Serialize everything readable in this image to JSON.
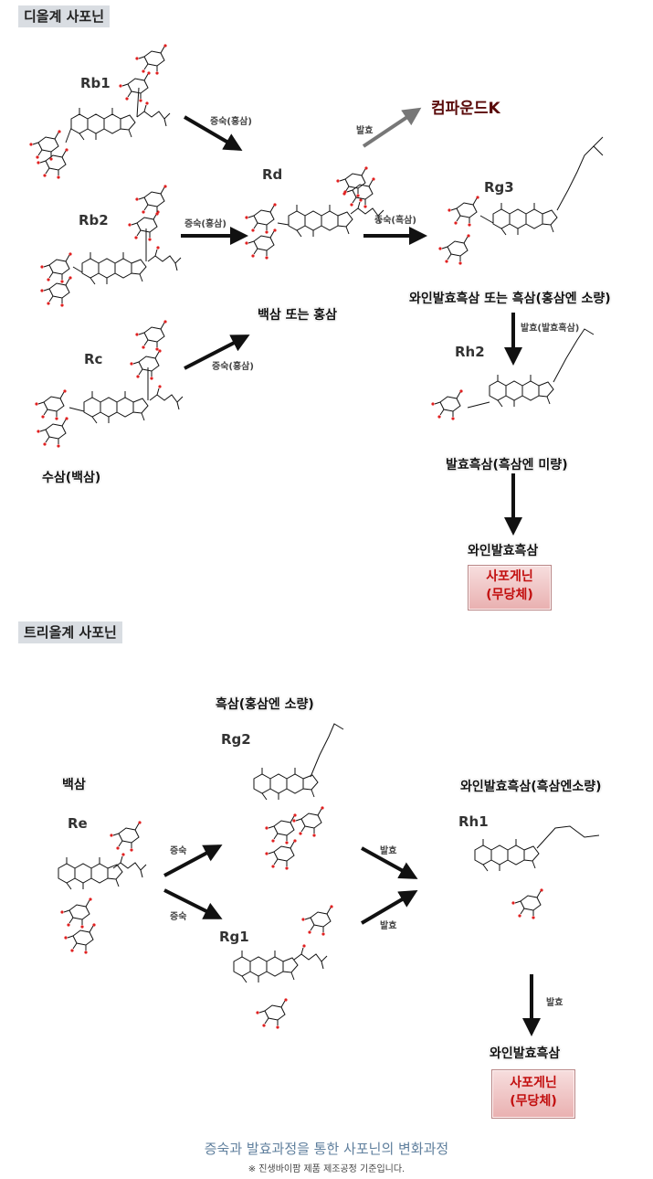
{
  "sections": {
    "diol_title": "디올계 사포닌",
    "triol_title": "트리올계 사포닌"
  },
  "compounds": {
    "rb1": "Rb1",
    "rb2": "Rb2",
    "rc": "Rc",
    "rd": "Rd",
    "rg3": "Rg3",
    "rh2": "Rh2",
    "compound_k": "컴파운드K",
    "re": "Re",
    "rg2": "Rg2",
    "rg1": "Rg1",
    "rh1": "Rh1"
  },
  "arrow_labels": {
    "steam": "증숙(홍삼)",
    "steam_black": "증숙(흑삼)",
    "ferment": "발효",
    "ferment_black": "발효(발효흑삼)",
    "steam_plain": "증숙"
  },
  "stages": {
    "fresh": "수삼(백삼)",
    "white_or_red": "백삼 또는 홍삼",
    "wine_black_small": "와인발효흑삼 또는 흑삼(홍삼엔 소량)",
    "fermented_black": "발효흑삼(흑삼엔 미량)",
    "wine_black": "와인발효흑삼",
    "black_small_in_red": "흑삼(홍삼엔 소량)",
    "white": "백삼",
    "wine_black_small2": "와인발효흑삼(흑삼엔소량)",
    "wine_black2": "와인발효흑삼"
  },
  "boxes": {
    "box1_line1": "사포게닌",
    "box1_line2": "(무당체)",
    "box2_line1": "사포게닌",
    "box2_line2": "(무당체)"
  },
  "footer": {
    "caption": "증숙과 발효과정을 통한 사포닌의 변화과정",
    "note": "※ 진생바이팜 제품 제조공정 기준입니다."
  },
  "colors": {
    "arrow": "#111111",
    "arrow_gray": "#777777",
    "box_text": "#c20e0e",
    "caption": "#5f7f9d",
    "oxygen": "#e02020"
  }
}
